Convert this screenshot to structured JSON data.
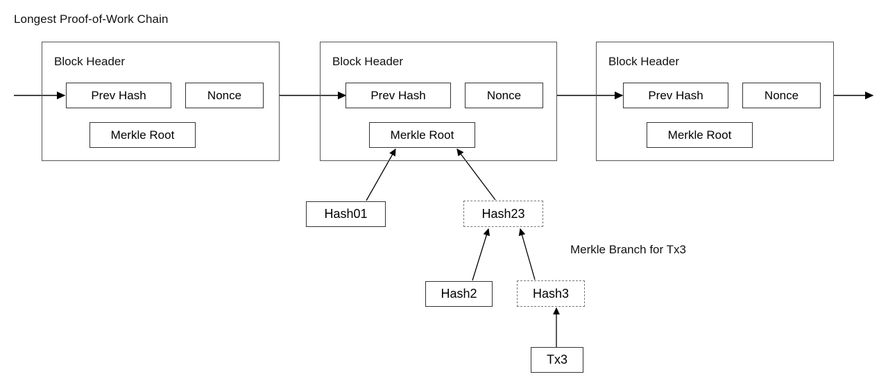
{
  "diagram": {
    "title": "Longest Proof-of-Work Chain",
    "annotation": "Merkle Branch for Tx3",
    "colors": {
      "background": "#ffffff",
      "block_border": "#555555",
      "field_border": "#333333",
      "dashed_border": "#777777",
      "text": "#000000",
      "arrow": "#000000"
    },
    "blocks": [
      {
        "id": "block-1",
        "header_label": "Block Header",
        "fields": [
          {
            "id": "prev-hash",
            "label": "Prev Hash"
          },
          {
            "id": "nonce",
            "label": "Nonce"
          },
          {
            "id": "merkle-root",
            "label": "Merkle Root"
          }
        ]
      },
      {
        "id": "block-2",
        "header_label": "Block Header",
        "fields": [
          {
            "id": "prev-hash",
            "label": "Prev Hash"
          },
          {
            "id": "nonce",
            "label": "Nonce"
          },
          {
            "id": "merkle-root",
            "label": "Merkle Root"
          }
        ]
      },
      {
        "id": "block-3",
        "header_label": "Block Header",
        "fields": [
          {
            "id": "prev-hash",
            "label": "Prev Hash"
          },
          {
            "id": "nonce",
            "label": "Nonce"
          },
          {
            "id": "merkle-root",
            "label": "Merkle Root"
          }
        ]
      }
    ],
    "merkle_nodes": [
      {
        "id": "hash01",
        "label": "Hash01",
        "style": "solid"
      },
      {
        "id": "hash23",
        "label": "Hash23",
        "style": "dashed"
      },
      {
        "id": "hash2",
        "label": "Hash2",
        "style": "solid"
      },
      {
        "id": "hash3",
        "label": "Hash3",
        "style": "dashed"
      },
      {
        "id": "tx3",
        "label": "Tx3",
        "style": "solid"
      }
    ]
  }
}
